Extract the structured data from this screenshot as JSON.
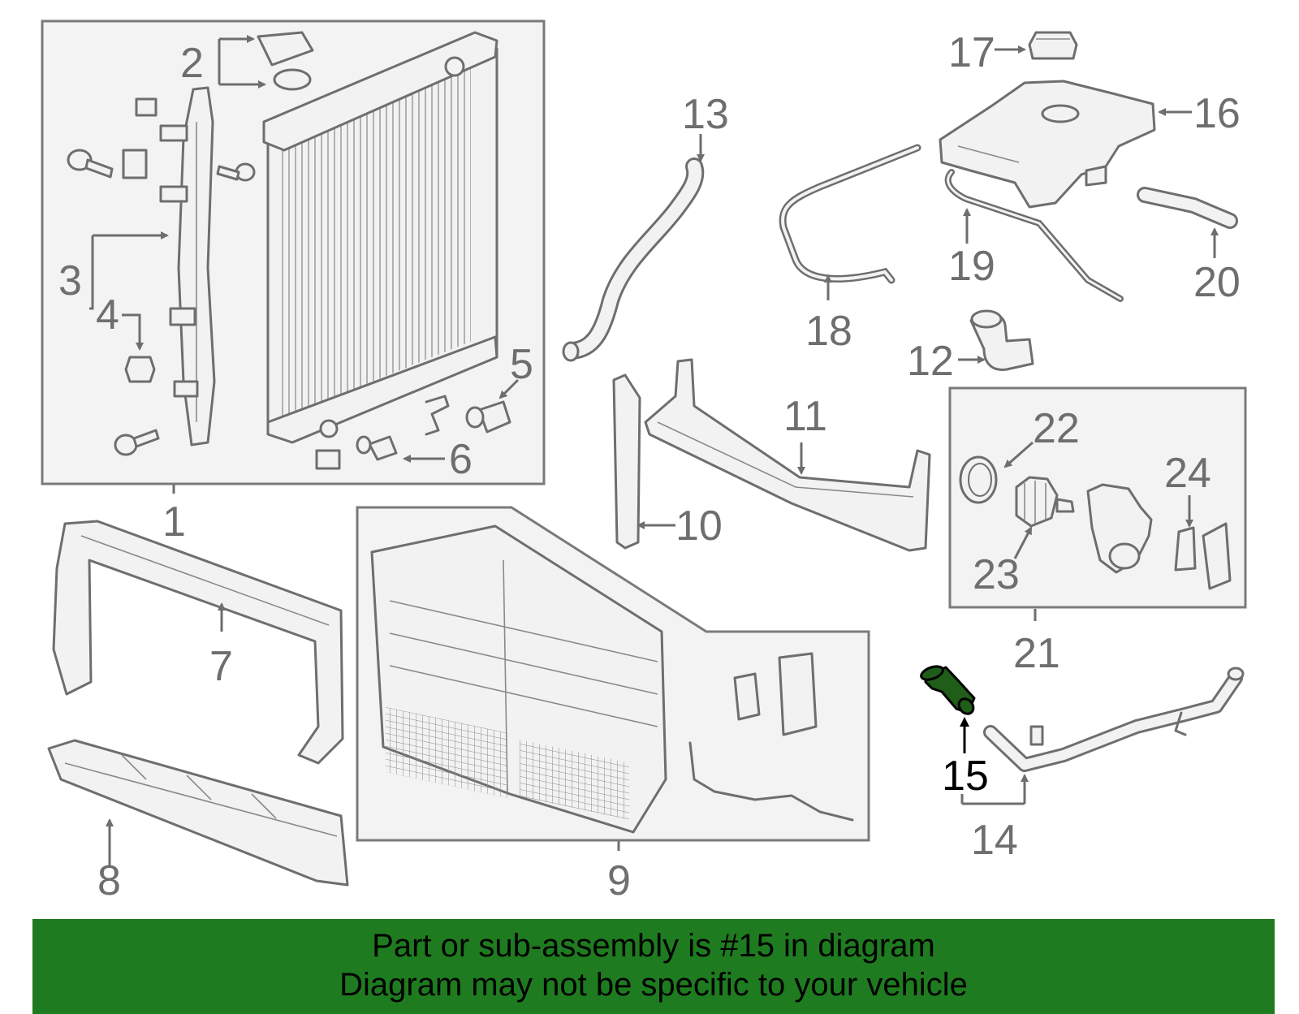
{
  "callouts": {
    "c1": "1",
    "c2": "2",
    "c3": "3",
    "c4": "4",
    "c5": "5",
    "c6": "6",
    "c7": "7",
    "c8": "8",
    "c9": "9",
    "c10": "10",
    "c11": "11",
    "c12": "12",
    "c13": "13",
    "c14": "14",
    "c15": "15",
    "c16": "16",
    "c17": "17",
    "c18": "18",
    "c19": "19",
    "c20": "20",
    "c21": "21",
    "c22": "22",
    "c23": "23",
    "c24": "24"
  },
  "highlighted_part": "15",
  "colors": {
    "banner": "#1f7b1f",
    "highlight": "#1f5d19",
    "line": "#6e6e6e"
  },
  "banner": {
    "line1": "Part or sub-assembly is #15 in diagram",
    "line2": "Diagram may not be specific to your vehicle"
  }
}
